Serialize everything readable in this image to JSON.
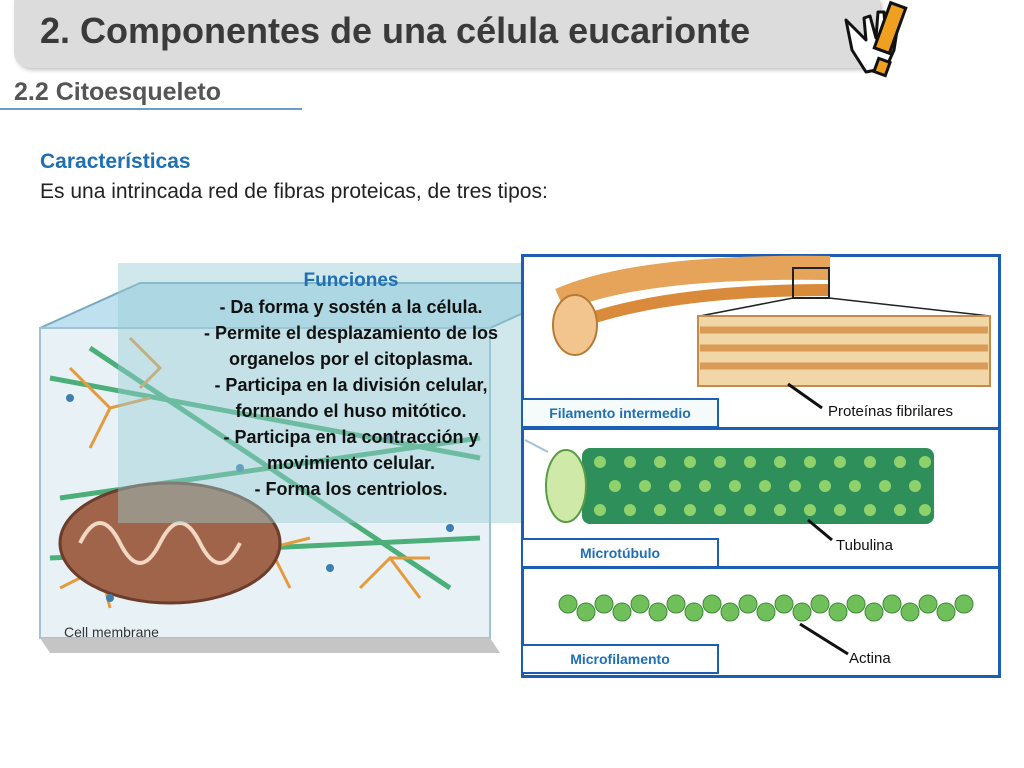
{
  "title": "2. Componentes de una célula eucarionte",
  "subtitle": "2.2 Citoesqueleto",
  "characteristics": {
    "heading": "Características",
    "description": "Es una intrincada red de fibras proteicas, de tres tipos:"
  },
  "funciones": {
    "heading": "Funciones",
    "items": [
      "- Da forma y sostén a la célula.",
      "- Permite el desplazamiento de los",
      "organelos por el citoplasma.",
      "- Participa en la división celular,",
      "formando el huso mitótico.",
      "- Participa en la contracción y",
      "movimiento celular.",
      "- Forma los centriolos."
    ]
  },
  "illustration": {
    "cell_membrane_label": "Cell membrane"
  },
  "fibers": {
    "filamento_intermedio": {
      "tab_label": "Filamento intermedio",
      "component_label": "Proteínas fibrilares"
    },
    "microtubulo": {
      "tab_label": "Microtúbulo",
      "component_label": "Tubulina"
    },
    "microfilamento": {
      "tab_label": "Microfilamento",
      "component_label": "Actina"
    }
  },
  "colors": {
    "accent_blue": "#1f6fb5",
    "panel_border": "#1a5fb4",
    "funciones_box": "#96cdd2",
    "microtubule_green": "#3d9a5a",
    "actin_green": "#6fbf5a",
    "intermediate_orange": "#e6a35a"
  },
  "icons": {
    "hand": "pointing-hand-icon"
  }
}
